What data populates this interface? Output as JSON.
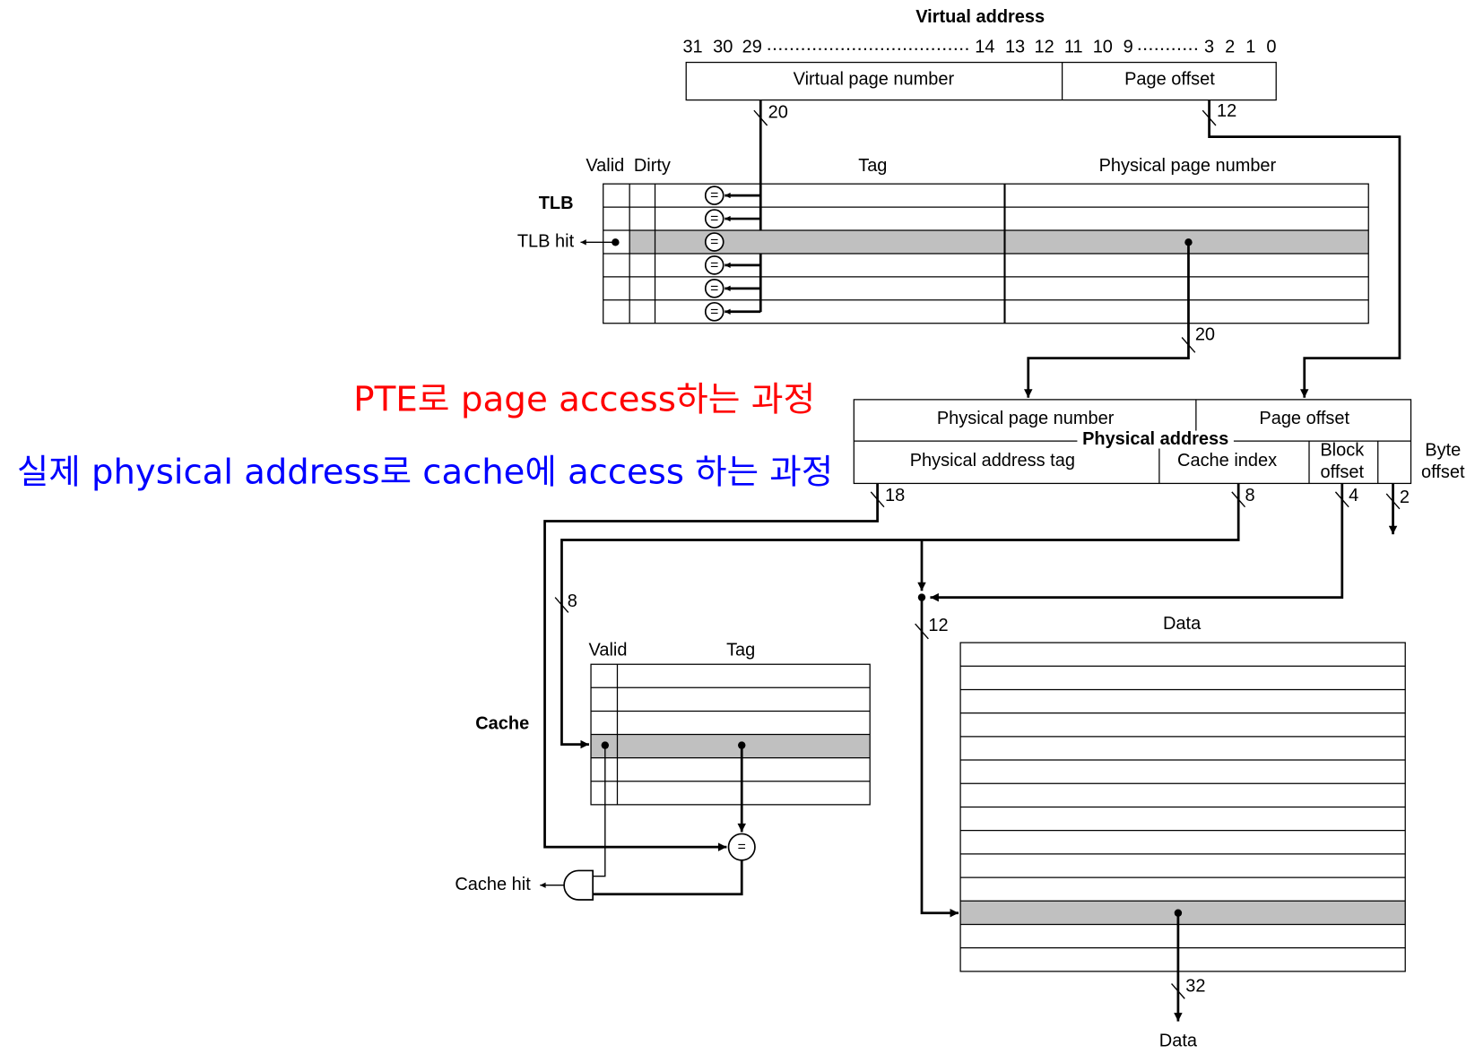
{
  "virtual_address": {
    "title": "Virtual address",
    "bits": [
      "31",
      "30",
      "29",
      "14",
      "13",
      "12",
      "11",
      "10",
      "9",
      "3",
      "2",
      "1",
      "0"
    ],
    "vpn": "Virtual page number",
    "page_offset": "Page offset",
    "vpn_width": "20",
    "offset_width": "12"
  },
  "tlb": {
    "label": "TLB",
    "valid": "Valid",
    "dirty": "Dirty",
    "tag": "Tag",
    "ppn": "Physical page number",
    "hit": "TLB hit",
    "comparator": "=",
    "ppn_width": "20"
  },
  "annotations": {
    "pte": "PTE로 page access하는 과정",
    "cache_access": "실제 physical address로 cache에 access 하는 과정"
  },
  "physical_address": {
    "title": "Physical address",
    "ppn": "Physical page number",
    "page_offset": "Page offset",
    "tag": "Physical address tag",
    "cache_index": "Cache index",
    "block_offset": [
      "Block",
      "offset"
    ],
    "byte_offset": [
      "Byte",
      "offset"
    ],
    "tag_width": "18",
    "index_width": "8",
    "block_width": "4",
    "byte_width": "2"
  },
  "cache": {
    "label": "Cache",
    "valid": "Valid",
    "tag": "Tag",
    "hit": "Cache hit",
    "comparator": "=",
    "index_width": "8"
  },
  "data": {
    "label": "Data",
    "output": "Data",
    "index_width": "12",
    "output_width": "32"
  },
  "colors": {
    "pte_annotation": "#ff0000",
    "cache_annotation": "#0000ff",
    "highlight_row": "#c0c0c0"
  }
}
